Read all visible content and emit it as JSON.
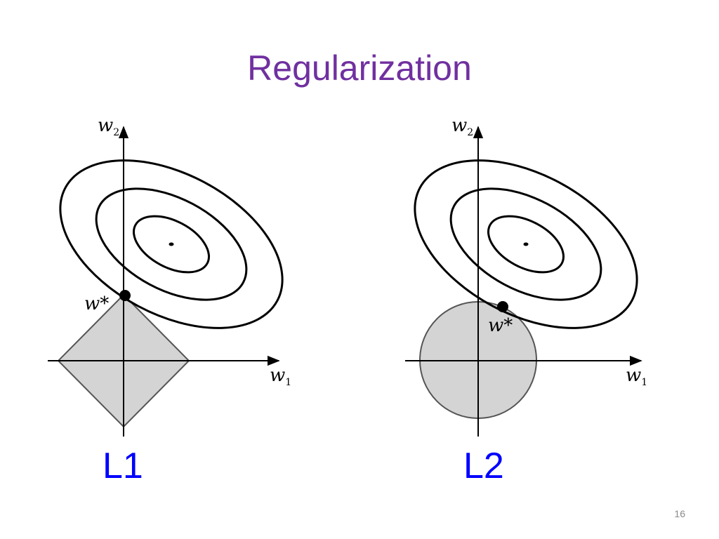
{
  "slide": {
    "title": "Regularization",
    "page_number": "16",
    "colors": {
      "title": "#7030a0",
      "caption": "#0000ff",
      "page_number": "#8a8a8a",
      "region_fill": "#d4d4d4",
      "region_stroke": "#555555",
      "contour_stroke": "#000000"
    }
  },
  "diagrams": [
    {
      "axis_x_label": "w",
      "axis_x_subscript": "1",
      "axis_y_label": "w",
      "axis_y_subscript": "2",
      "solution_label": "w*",
      "constraint_shape": "diamond",
      "caption": "L1"
    },
    {
      "axis_x_label": "w",
      "axis_x_subscript": "1",
      "axis_y_label": "w",
      "axis_y_subscript": "2",
      "solution_label": "w*",
      "constraint_shape": "circle",
      "caption": "L2"
    }
  ]
}
